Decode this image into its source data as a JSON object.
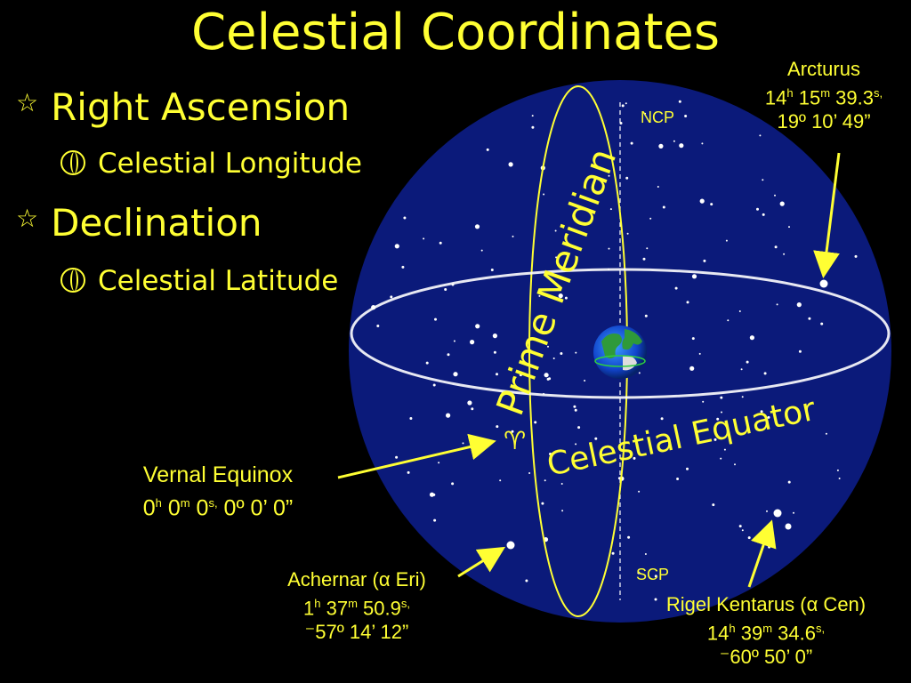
{
  "title": "Celestial Coordinates",
  "bullets": [
    {
      "label": "Right Ascension",
      "sub": "Celestial Longitude"
    },
    {
      "label": "Declination",
      "sub": "Celestial Latitude"
    }
  ],
  "labels": {
    "ncp": "NCP",
    "scp": "SCP",
    "prime_meridian": "Prime Meridian",
    "celestial_equator": "Celestial Equator",
    "aries_symbol": "♈"
  },
  "arcturus": {
    "name": "Arcturus",
    "ra": [
      "14",
      "h",
      " 15",
      "m",
      " 39.3",
      "s,"
    ],
    "dec": "19º 10’ 49”"
  },
  "vernal": {
    "name": "Vernal Equinox",
    "ra": [
      "0",
      "h",
      " 0",
      "m",
      " 0",
      "s,"
    ],
    "dec": " 0º 0’ 0”"
  },
  "achernar": {
    "name": "Achernar (α Eri)",
    "ra": [
      "1",
      "h",
      " 37",
      "m",
      " 50.9",
      "s,"
    ],
    "dec": "⁻57º 14’ 12”"
  },
  "rigel": {
    "name": "Rigel Kentarus (α Cen)",
    "ra": [
      "14",
      "h",
      " 39",
      "m",
      " 34.6",
      "s,"
    ],
    "dec": "⁻60º 50’ 0”"
  },
  "colors": {
    "sphere": "#0b1a7a",
    "text": "#ffff33",
    "equator": "#ffffff"
  }
}
